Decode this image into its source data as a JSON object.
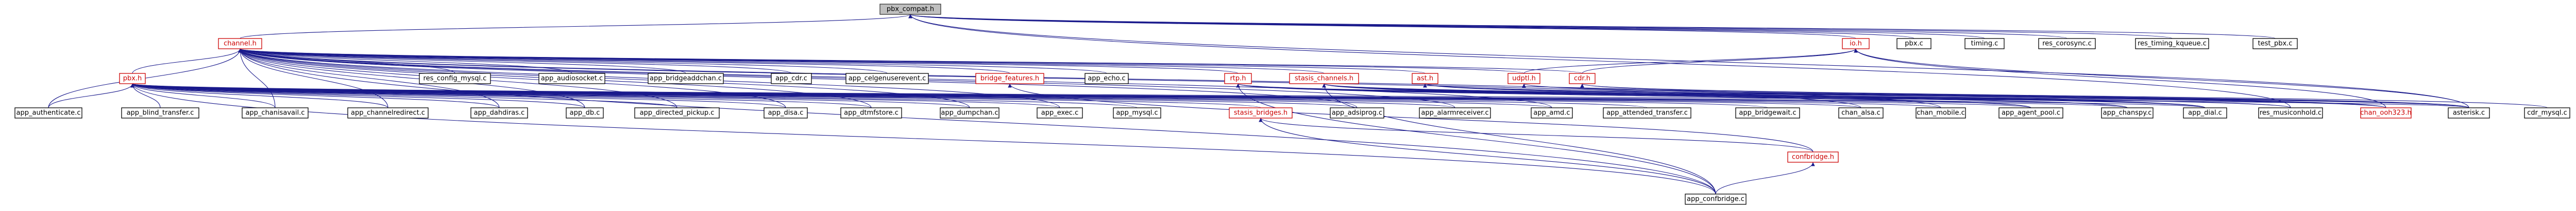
{
  "colors": {
    "background": "#ffffff",
    "node_border": "#000000",
    "root_fill": "#bfbfbf",
    "link_text": "#cc0000",
    "edge": "#1a1a8c"
  },
  "nodes": {
    "pbx_compat_h": "pbx_compat.h",
    "channel_h": "channel.h",
    "io_h": "io.h",
    "pbx_c": "pbx.c",
    "timing_c": "timing.c",
    "res_corosync_c": "res_corosync.c",
    "res_timing_kqueue_c": "res_timing_kqueue.c",
    "test_pbx_c": "test_pbx.c",
    "pbx_h": "pbx.h",
    "res_config_mysql_c": "res_config_mysql.c",
    "app_audiosocket_c": "app_audiosocket.c",
    "app_bridgeaddchan_c": "app_bridgeaddchan.c",
    "app_cdr_c": "app_cdr.c",
    "app_celgenuserevent_c": "app_celgenuserevent.c",
    "bridge_features_h": "bridge_features.h",
    "app_echo_c": "app_echo.c",
    "rtp_h": "rtp.h",
    "stasis_channels_h": "stasis_channels.h",
    "ast_h": "ast.h",
    "udptl_h": "udptl.h",
    "cdr_h": "cdr.h",
    "app_authenticate_c": "app_authenticate.c",
    "app_blind_transfer_c": "app_blind_transfer.c",
    "app_chanisavail_c": "app_chanisavail.c",
    "app_channelredirect_c": "app_channelredirect.c",
    "app_dahdiras_c": "app_dahdiras.c",
    "app_db_c": "app_db.c",
    "app_directed_pickup_c": "app_directed_pickup.c",
    "app_disa_c": "app_disa.c",
    "app_dtmfstore_c": "app_dtmfstore.c",
    "app_dumpchan_c": "app_dumpchan.c",
    "app_exec_c": "app_exec.c",
    "app_mysql_c": "app_mysql.c",
    "stasis_bridges_h": "stasis_bridges.h",
    "app_adsiprog_c": "app_adsiprog.c",
    "app_alarmreceiver_c": "app_alarmreceiver.c",
    "app_amd_c": "app_amd.c",
    "app_attended_transfer_c": "app_attended_transfer.c",
    "app_bridgewait_c": "app_bridgewait.c",
    "chan_alsa_c": "chan_alsa.c",
    "chan_mobile_c": "chan_mobile.c",
    "app_agent_pool_c": "app_agent_pool.c",
    "app_chanspy_c": "app_chanspy.c",
    "app_dial_c": "app_dial.c",
    "res_musiconhold_c": "res_musiconhold.c",
    "chan_ooh323_h": "chan_ooh323.h",
    "asterisk_c": "asterisk.c",
    "cdr_mysql_c": "cdr_mysql.c",
    "confbridge_h": "confbridge.h",
    "app_confbridge_c": "app_confbridge.c"
  }
}
